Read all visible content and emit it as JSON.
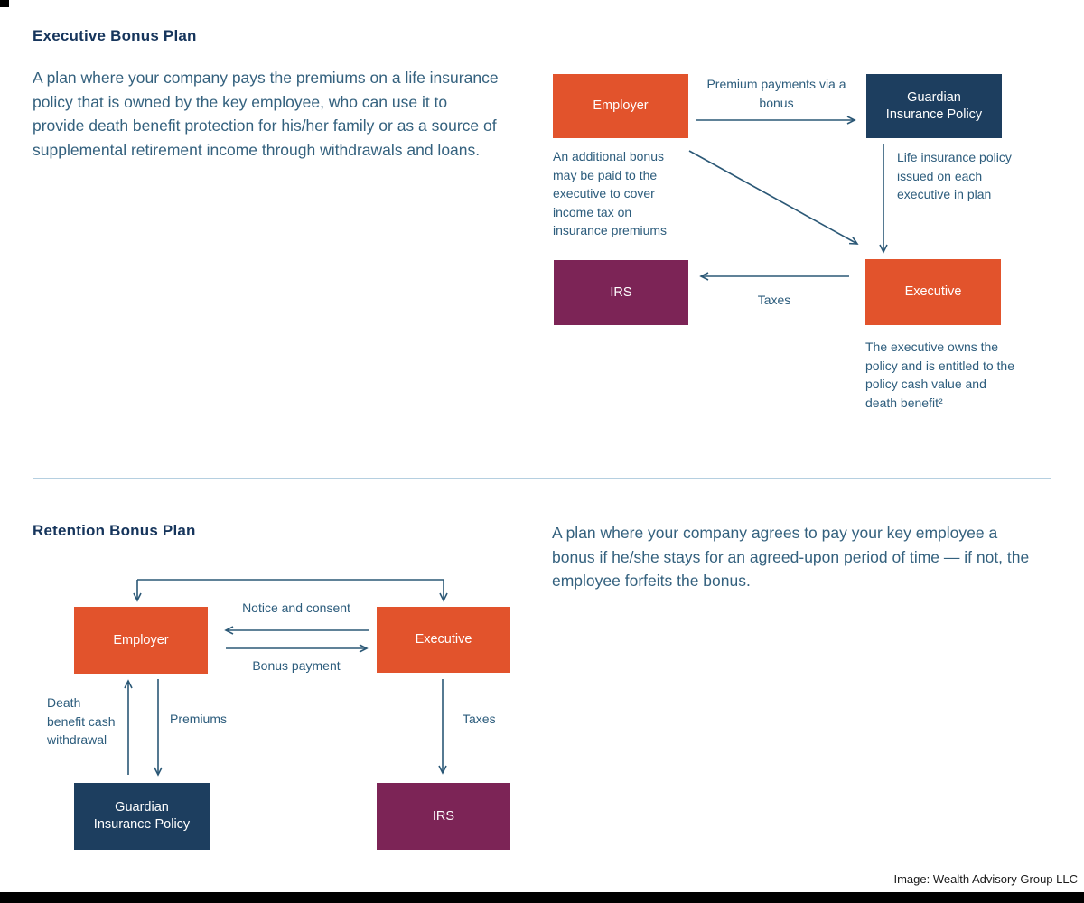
{
  "colors": {
    "orange": "#e2532c",
    "navy": "#1d3e5f",
    "purple": "#7c2456",
    "arrow": "#2b5876",
    "heading": "#16355c",
    "body_text": "#34617e",
    "divider": "#b5cfe0",
    "footer_bar": "#000000"
  },
  "executive_plan": {
    "title": "Executive Bonus Plan",
    "description": "A plan where your company pays the premiums on a life insurance policy that is owned by the key employee, who can use it to provide death benefit protection for his/her family or as a source of supplemental retirement income through withdrawals and loans.",
    "nodes": {
      "employer": "Employer",
      "guardian": "Guardian Insurance Policy",
      "irs": "IRS",
      "executive": "Executive"
    },
    "labels": {
      "premium_payments": "Premium payments via a bonus",
      "additional_bonus": "An additional bonus may be paid to the executive to cover income tax on insurance premiums",
      "life_insurance": "Life insurance policy issued on each executive in plan",
      "taxes": "Taxes",
      "executive_owns": "The executive owns the policy and is entitled to the policy cash value and death benefit²"
    }
  },
  "retention_plan": {
    "title": "Retention Bonus Plan",
    "description": "A plan where your company agrees to pay your key employee a bonus if he/she stays for an agreed-upon period of time — if not, the employee forfeits the bonus.",
    "nodes": {
      "employer": "Employer",
      "executive": "Executive",
      "guardian": "Guardian Insurance Policy",
      "irs": "IRS"
    },
    "labels": {
      "notice_consent": "Notice and consent",
      "bonus_payment": "Bonus payment",
      "death_benefit": "Death benefit cash withdrawal",
      "premiums": "Premiums",
      "taxes": "Taxes"
    }
  },
  "footer": {
    "caption": "Image: Wealth Advisory Group LLC"
  }
}
